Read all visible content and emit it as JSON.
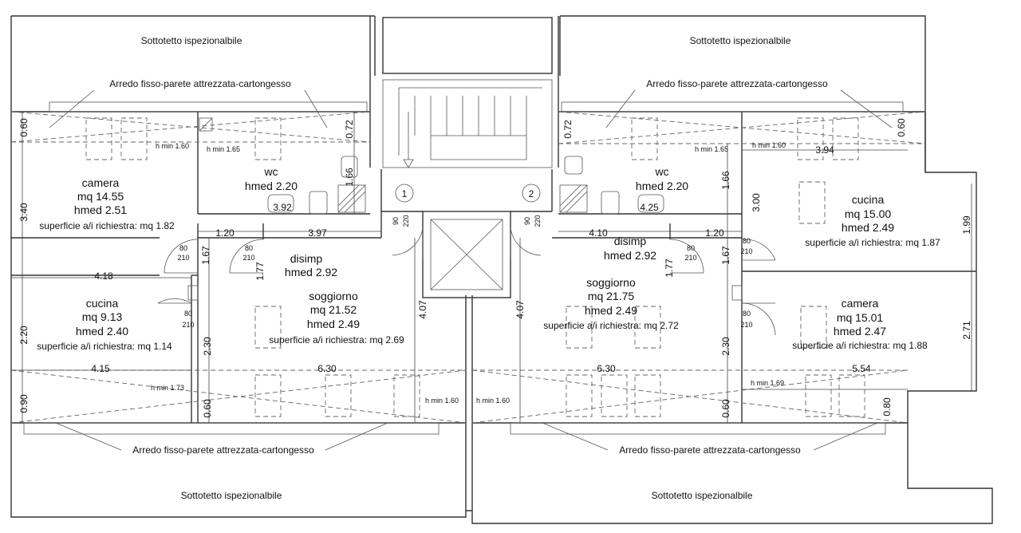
{
  "labels": {
    "attic_tl": "Sottotetto ispezionalbile",
    "attic_tr": "Sottotetto ispezionalbile",
    "attic_bl": "Sottotetto ispezionalbile",
    "attic_br": "Sottotetto ispezionalbile",
    "arredo_tl": "Arredo fisso-parete attrezzata-cartongesso",
    "arredo_tr": "Arredo fisso-parete attrezzata-cartongesso",
    "arredo_bl": "Arredo fisso-parete attrezzata-cartongesso",
    "arredo_br": "Arredo fisso-parete attrezzata-cartongesso",
    "unit1": "1",
    "unit2": "2"
  },
  "rooms": {
    "l_camera": {
      "name": "camera",
      "area": "mq 14.55",
      "hmed": "hmed 2.51",
      "sup": "superficie a/i richiestra: mq 1.82"
    },
    "l_wc": {
      "name": "wc",
      "hmed": "hmed 2.20"
    },
    "l_disimp": {
      "name": "disimp",
      "hmed": "hmed 2.92"
    },
    "l_cucina": {
      "name": "cucina",
      "area": "mq 9.13",
      "hmed": "hmed 2.40",
      "sup": "superficie a/i richiestra: mq 1.14"
    },
    "l_soggiorno": {
      "name": "soggiorno",
      "area": "mq 21.52",
      "hmed": "hmed 2.49",
      "sup": "superficie a/i richiestra: mq 2.69"
    },
    "r_wc": {
      "name": "wc",
      "hmed": "hmed 2.20"
    },
    "r_cucina": {
      "name": "cucina",
      "area": "mq 15.00",
      "hmed": "hmed 2.49",
      "sup": "superficie a/i richiestra: mq 1.87"
    },
    "r_disimp": {
      "name": "disimp",
      "hmed": "hmed 2.92"
    },
    "r_soggiorno": {
      "name": "soggiorno",
      "area": "mq 21.75",
      "hmed": "hmed 2.49",
      "sup": "superficie a/i richiestra: mq 2.72"
    },
    "r_camera": {
      "name": "camera",
      "area": "mq 15.01",
      "hmed": "hmed 2.47",
      "sup": "superficie a/i richiestra: mq 1.88"
    }
  },
  "dims": {
    "d060_l": "0.60",
    "d072_l": "0.72",
    "d340": "3.40",
    "d120_l": "1.20",
    "d397": "3.97",
    "d392": "3.92",
    "d166_l": "1.66",
    "d418": "4.18",
    "d167_l": "1.67",
    "d177_l": "1.77",
    "d220_l": "2.20",
    "d415": "4.15",
    "d230_l": "2.30",
    "d630_l": "6.30",
    "d407_l": "4.07",
    "d090": "0.90",
    "d060b_l": "0.60",
    "d072_r": "0.72",
    "d060_r": "0.60",
    "d394": "3.94",
    "d166_r": "1.66",
    "d300": "3.00",
    "d425": "4.25",
    "d199": "1.99",
    "d410": "4.10",
    "d120_r": "1.20",
    "d167_r": "1.67",
    "d177_r": "1.77",
    "d407_r": "4.07",
    "d230_r": "2.30",
    "d271": "2.71",
    "d630_r": "6.30",
    "d554": "5.54",
    "d060b_r": "0.60",
    "d080": "0.80",
    "door90_l": "90",
    "door220_l": "220",
    "door90_r": "90",
    "door220_r": "220",
    "door80": "80",
    "door210": "210"
  },
  "hmin": {
    "l160a": "h min 1.60",
    "l165": "h min 1.65",
    "l173": "h min 1.73",
    "l160b": "h min 1.60",
    "r160b": "h min 1.60",
    "r165": "h min 1.65",
    "r160a": "h min 1.60",
    "r169": "h min 1.69"
  }
}
